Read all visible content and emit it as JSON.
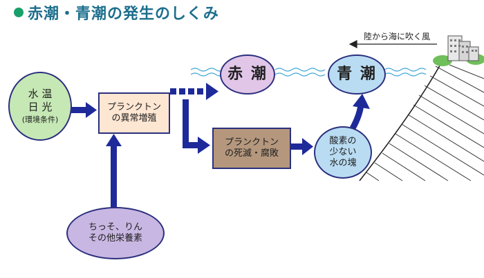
{
  "title": "赤潮・青潮の発生のしくみ",
  "nodes": {
    "environment": {
      "line1": "水 温",
      "line2": "日 光",
      "line3": "(環境条件)"
    },
    "nutrients": {
      "line1": "ちっそ、りん",
      "line2": "その他栄養素"
    },
    "bloom": {
      "line1": "プランクトン",
      "line2": "の異常増殖"
    },
    "akashio": "赤 潮",
    "aoshio": "青 潮",
    "decay": {
      "line1": "プランクトン",
      "line2": "の死滅・腐敗"
    },
    "low_oxygen": {
      "line1": "酸素の",
      "line2": "少ない",
      "line3": "水の塊"
    }
  },
  "wind_label": "陸から海に吹く風",
  "colors": {
    "title": "#1c6e8c",
    "arrow": "#1e2a9a",
    "water": "#3fa6d8",
    "env_fill": "#c6e8b5",
    "nutrient_fill": "#c9b7e3",
    "akashio_fill": "#e1c6e8",
    "aoshio_fill": "#b9dcf2",
    "bloom_fill": "#fde6d2",
    "decay_fill": "#b4977d"
  }
}
